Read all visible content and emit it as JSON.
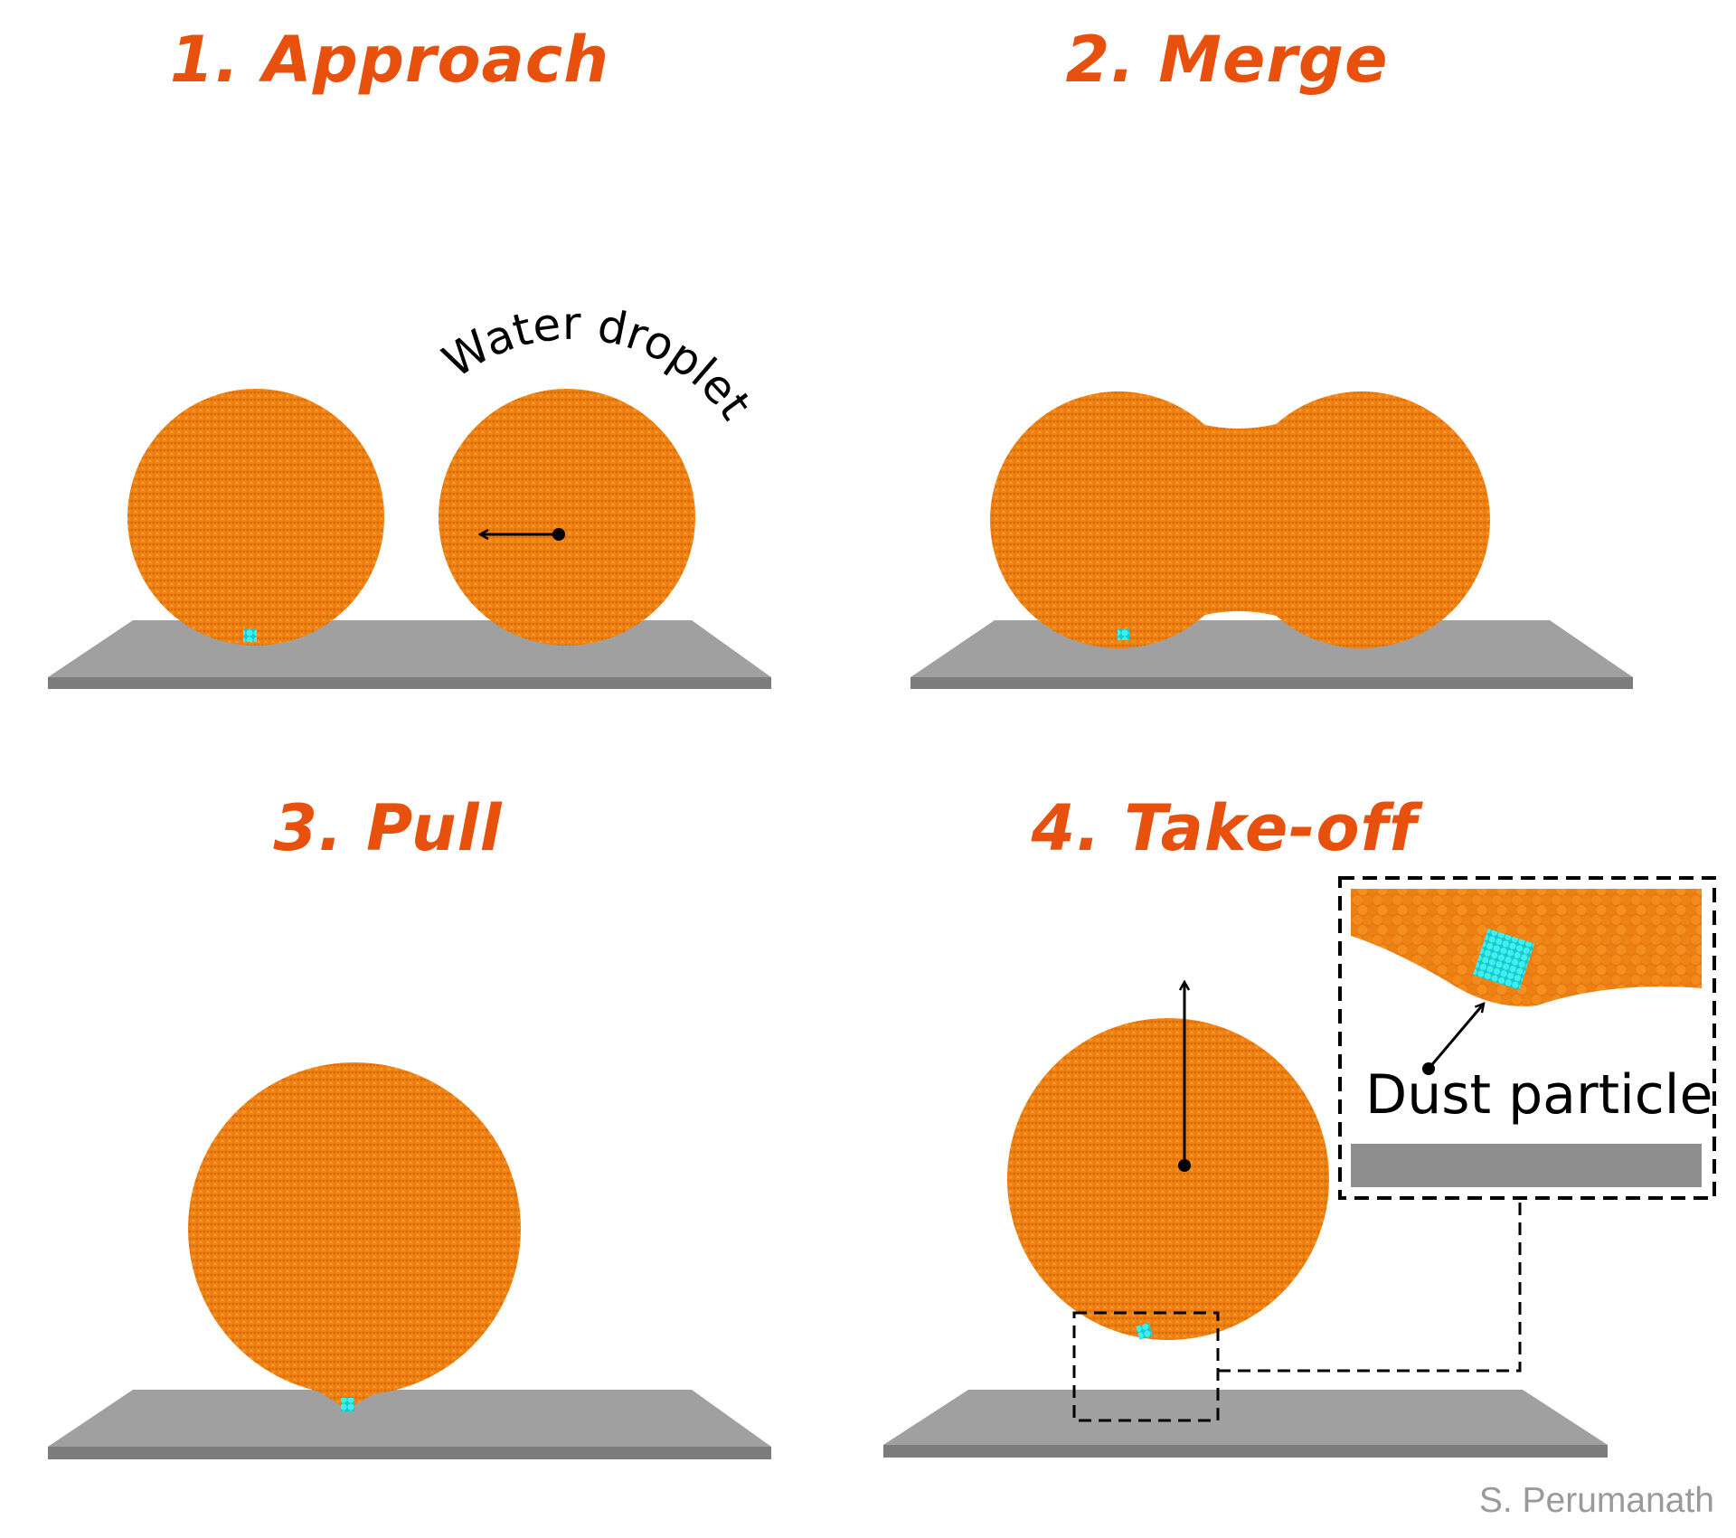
{
  "colors": {
    "title": "#E8500E",
    "droplet": "#F08212",
    "droplet_dark": "#C85F05",
    "surface": "#9E9E9E",
    "surface_edge": "#7C7C7C",
    "dust": "#2EE3E3"
  },
  "panels": [
    {
      "title": "1. Approach",
      "annotation": "Water droplet"
    },
    {
      "title": "2. Merge"
    },
    {
      "title": "3. Pull"
    },
    {
      "title": "4. Take-off",
      "inset_label": "Dust particle"
    }
  ],
  "credit": "S. Perumanath"
}
